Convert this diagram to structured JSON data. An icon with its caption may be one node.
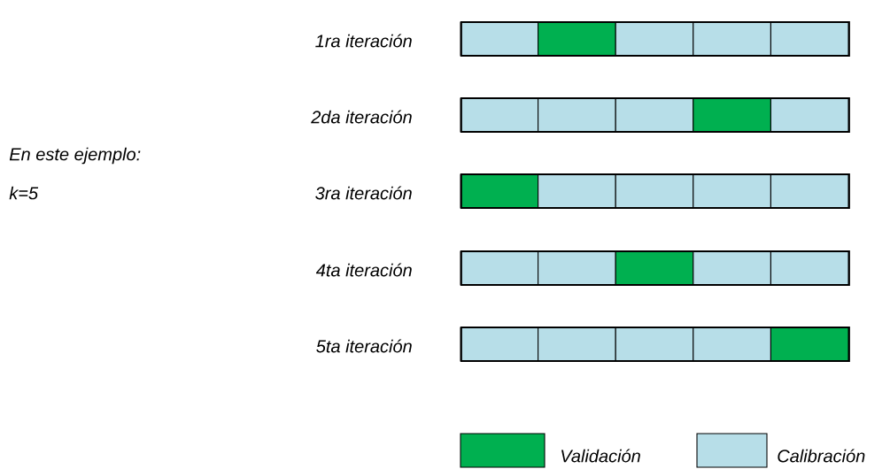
{
  "diagram": {
    "nodes": [
      {
        "text": [],
        "shape": "bar",
        "beside": [
          "1ra iteración"
        ]
      },
      {
        "text": [],
        "shape": "bar",
        "beside": [
          "2da iteración"
        ]
      },
      {
        "text": [],
        "shape": "bar",
        "beside": [
          "3ra iteración"
        ]
      },
      {
        "text": [],
        "shape": "bar",
        "beside": [
          "4ta iteración"
        ]
      },
      {
        "text": [],
        "shape": "bar",
        "beside": [
          "5ta iteración"
        ]
      }
    ],
    "labels": [
      "En este ejemplo:",
      "k=5"
    ],
    "legend": [
      {
        "text": "Validación",
        "color": "#00b050"
      },
      {
        "text": "Calibración",
        "color": "#b7dee8"
      }
    ]
  }
}
